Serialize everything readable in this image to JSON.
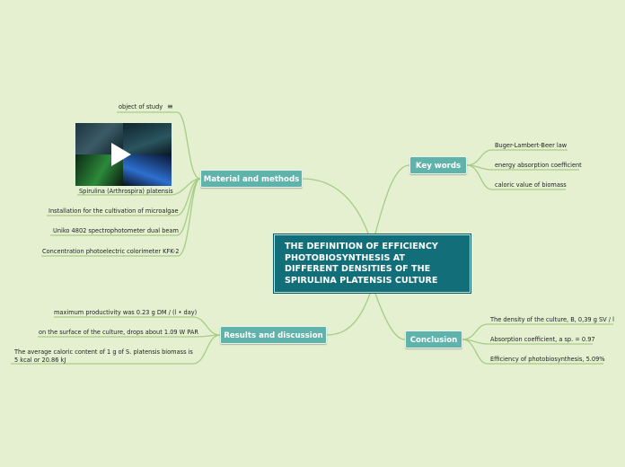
{
  "central": {
    "lines": [
      "THE DEFINITION OF EFFICIENCY",
      "PHOTOBIOSYNTHESIS AT",
      "DIFFERENT DENSITIES OF THE",
      "SPIRULINA PLATENSIS CULTURE"
    ]
  },
  "material": {
    "label": "Material and methods",
    "items": [
      "object of study",
      "Spirulina (Arthrospira) platensis",
      "Installation for the cultivation of microalgae",
      "Uniko 4802 spectrophotometer dual beam",
      "Concentration photoelectric colorimeter KFK-2"
    ]
  },
  "results": {
    "label": "Results and discussion",
    "items": [
      "maximum productivity was 0.23 g DM / (l • day)",
      "on the surface of the culture, drops about 1.09 W PAR",
      "The average caloric content of 1 g of S. platensis biomass is 5 kcal or 20.86 kJ"
    ]
  },
  "keywords": {
    "label": "Key words",
    "items": [
      "Buger-Lambert-Beer law",
      "energy absorption coefficient",
      "caloric value of biomass"
    ]
  },
  "conclusion": {
    "label": "Conclusion",
    "items": [
      "The density of the culture, B, 0,39 g SV / l",
      "Absorption coefficient, a sp. = 0.97",
      "Efficiency of photobiosynthesis, 5.09%"
    ]
  },
  "icons": {
    "note": "menu-lines-icon",
    "video": "play-icon"
  },
  "colors": {
    "background": "#e4f0d0",
    "central": "#126f79",
    "topic": "#5fb3ab",
    "branch": "#9cc47c"
  }
}
